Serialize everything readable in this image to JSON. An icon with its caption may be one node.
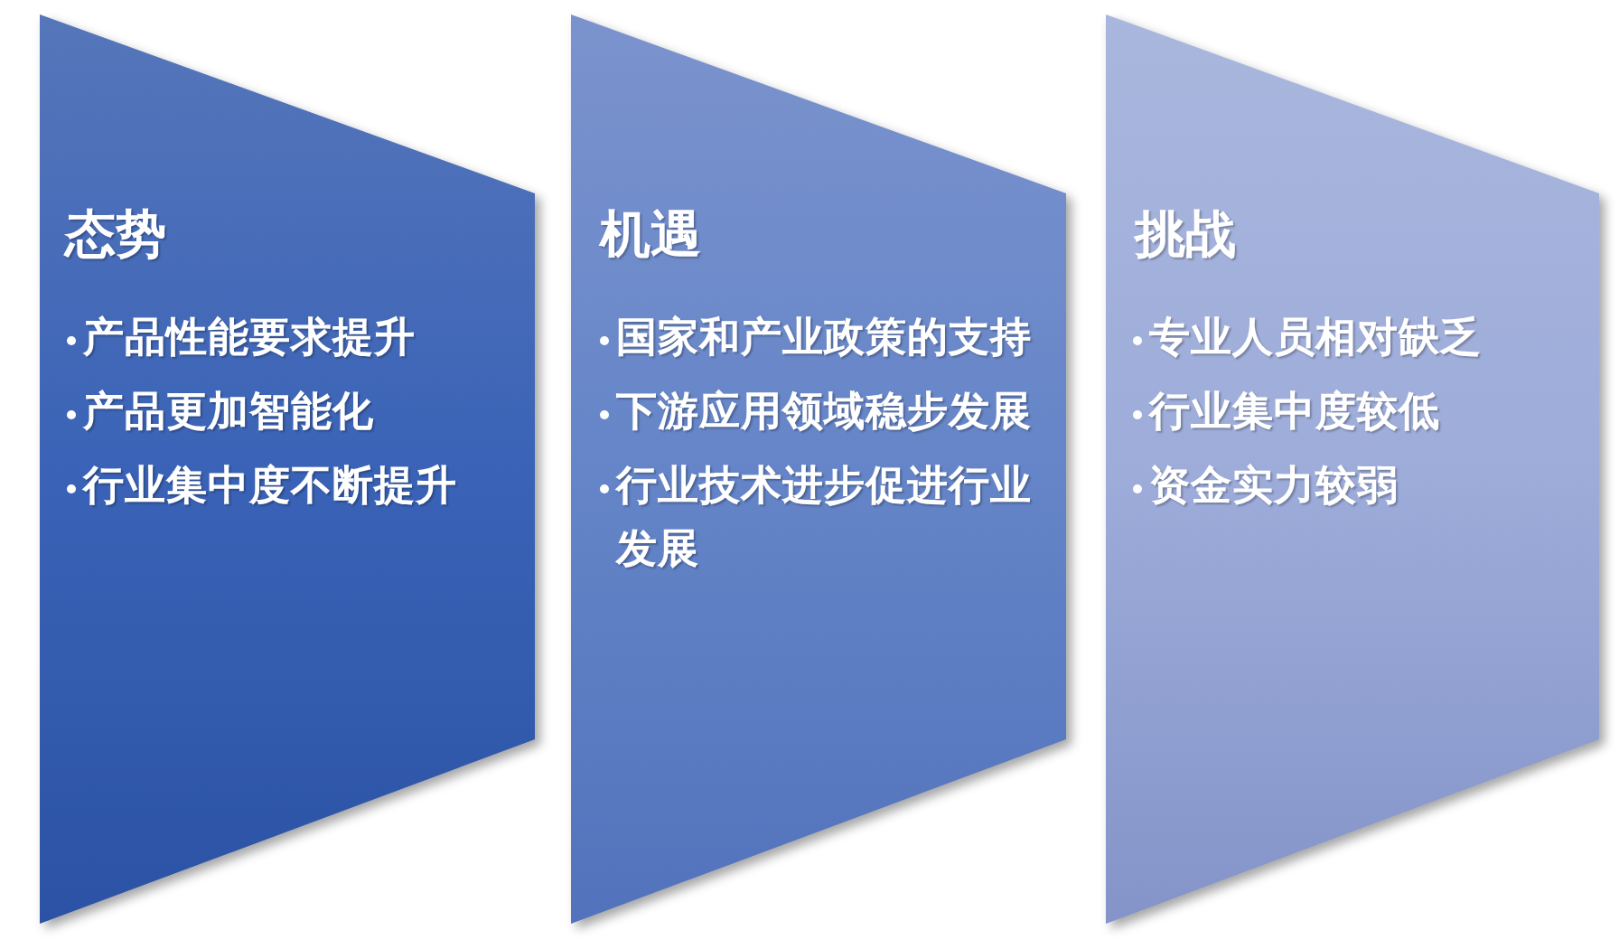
{
  "diagram": {
    "nodes": [
      {
        "text": [
          "态势",
          "产品性能要求提升",
          "产品更加智能化",
          "行业集中度不断提升"
        ]
      },
      {
        "text": [
          "机遇",
          "国家和产业政策的支持",
          "下游应用领域稳步发展",
          "行业技术进步促进行业发展"
        ]
      },
      {
        "text": [
          "挑战",
          "专业人员相对缺乏",
          "行业集中度较低",
          "资金实力较弱"
        ]
      }
    ]
  }
}
